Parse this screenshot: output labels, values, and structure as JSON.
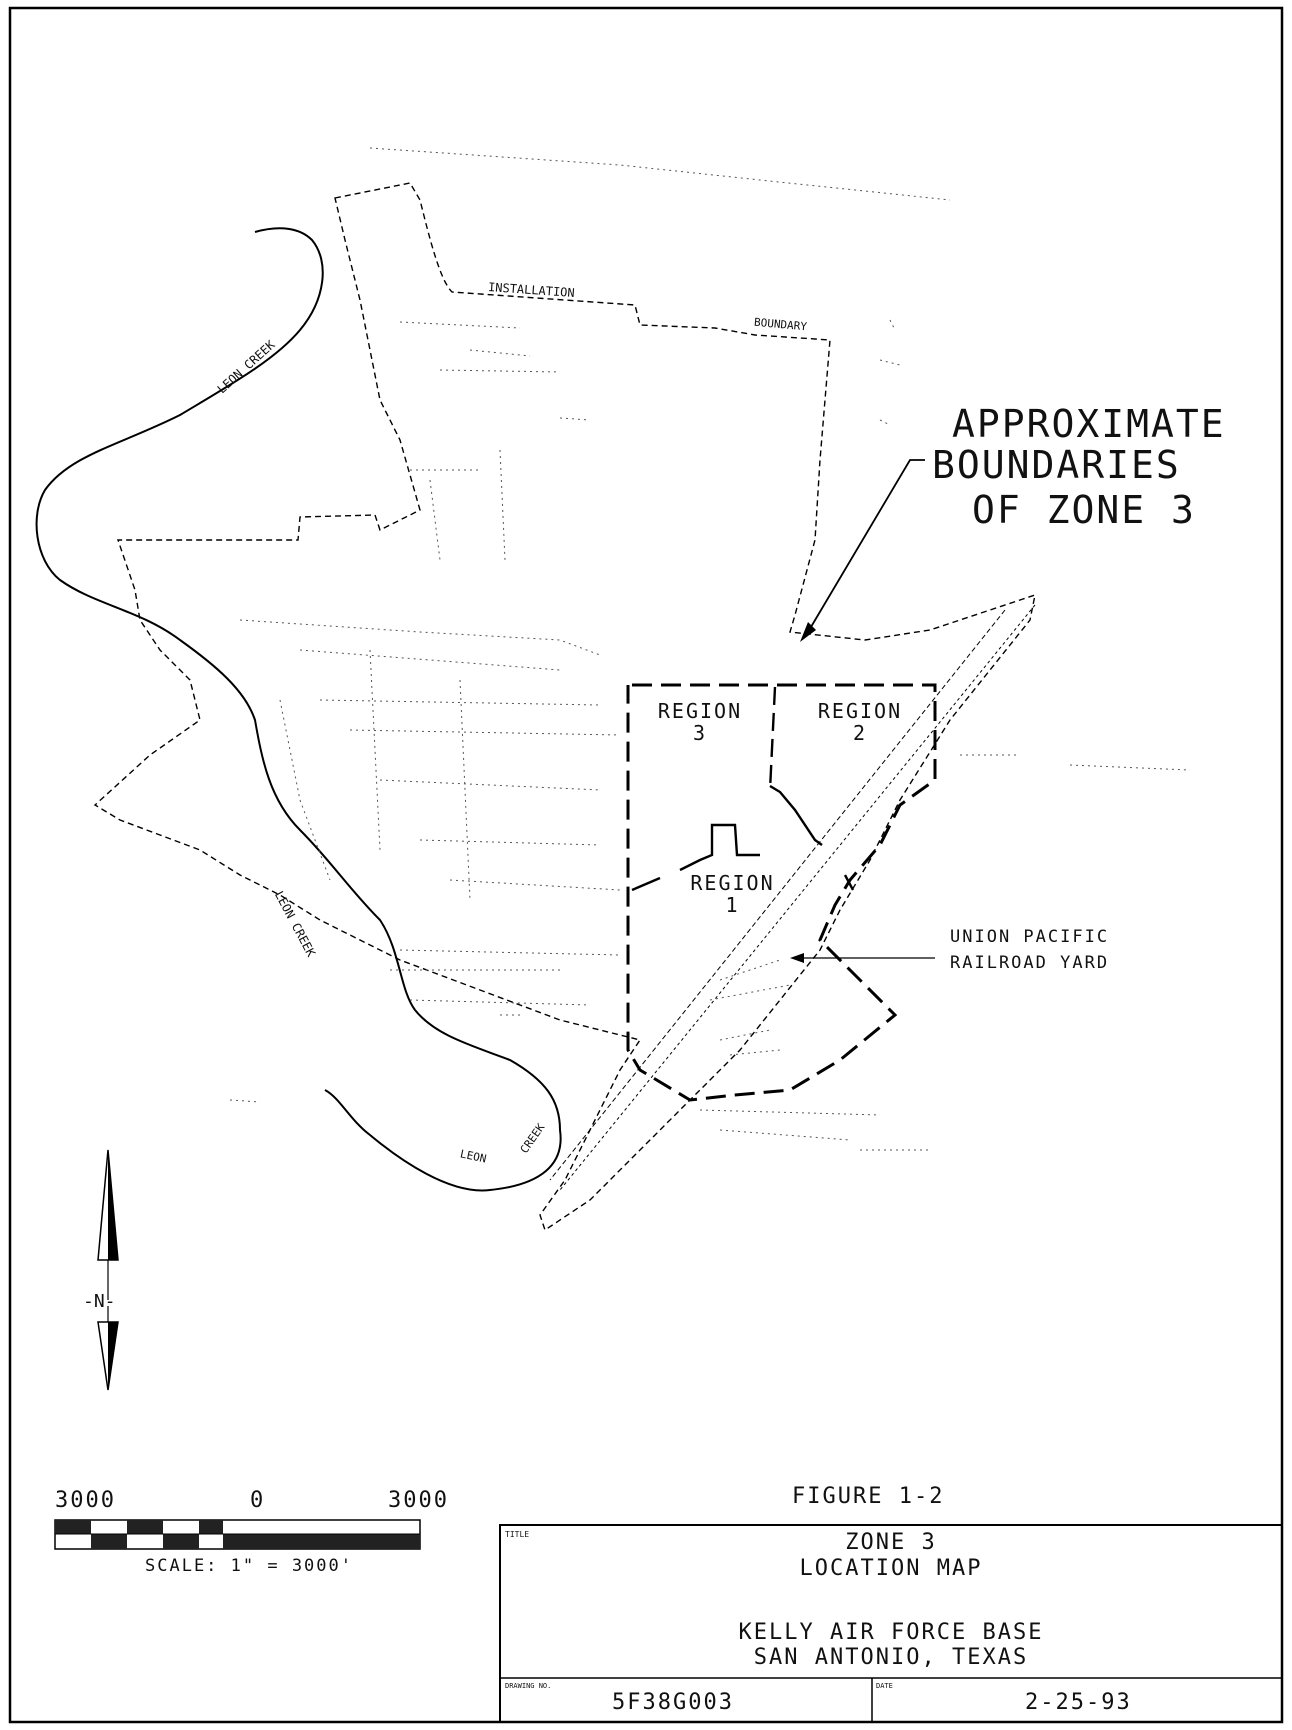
{
  "map": {
    "labels": {
      "installation": "INSTALLATION",
      "boundary": "BOUNDARY",
      "leon_creek_1": "LEON CREEK",
      "leon_creek_2": "LEON CREEK",
      "leon_a": "LEON",
      "leon_b": "CREEK",
      "approx_1": "APPROXIMATE",
      "approx_2": "BOUNDARIES",
      "approx_3": "OF ZONE 3",
      "region3_a": "REGION",
      "region3_b": "3",
      "region2_a": "REGION",
      "region2_b": "2",
      "region1_a": "REGION",
      "region1_b": "1",
      "up_1": "UNION PACIFIC",
      "up_2": "RAILROAD YARD",
      "north": "-N-"
    }
  },
  "scale": {
    "left": "3000",
    "mid": "0",
    "right": "3000",
    "caption": "SCALE: 1\" = 3000'"
  },
  "title_block": {
    "figure": "FIGURE 1-2",
    "title_label": "TITLE",
    "title_1": "ZONE 3",
    "title_2": "LOCATION MAP",
    "org_1": "KELLY AIR FORCE BASE",
    "org_2": "SAN ANTONIO, TEXAS",
    "drawing_label": "DRAWING NO.",
    "drawing_no": "5F38G003",
    "date_label": "DATE",
    "date": "2-25-93"
  }
}
